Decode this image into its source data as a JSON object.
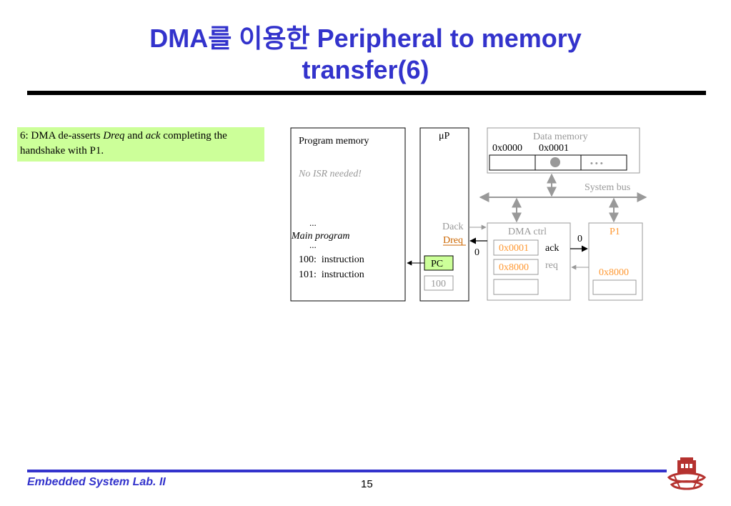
{
  "slide": {
    "title_line1": "DMA를 이용한 Peripheral to memory",
    "title_line2": "transfer(6)",
    "note": {
      "step": "6: DMA de-asserts ",
      "dreq": "Dreq",
      "and": " and ",
      "ack": "ack",
      "rest": " completing the handshake with P1."
    },
    "footer_left": "Embedded System Lab. II",
    "page_number": "15"
  },
  "diagram": {
    "program_memory": {
      "title": "Program memory",
      "no_isr": "No ISR needed!",
      "ellipsis_top": "...",
      "main_program": "Main program",
      "ellipsis_bottom": "...",
      "line1": "100:  instruction",
      "line2": "101:  instruction"
    },
    "up": {
      "label": "μP",
      "dack": "Dack",
      "dreq": "Dreq",
      "pc": "PC",
      "pc_value": "100"
    },
    "data_memory": {
      "title": "Data memory",
      "addr1": "0x0000",
      "addr2": "0x0001",
      "dots": "• • •"
    },
    "system_bus": "System bus",
    "dma_ctrl": {
      "title": "DMA ctrl",
      "reg1": "0x0001",
      "reg2": "0x8000",
      "ack": "ack",
      "req": "req",
      "dreq_value": "0",
      "ack_value": "0"
    },
    "p1": {
      "title": "P1",
      "value": "0x8000"
    },
    "colors": {
      "title_blue": "#3333cc",
      "note_green": "#ccff99",
      "orange": "#ff9933",
      "dreq_brown": "#cc6600",
      "gray": "#999999",
      "pc_green": "#ccff99"
    }
  }
}
